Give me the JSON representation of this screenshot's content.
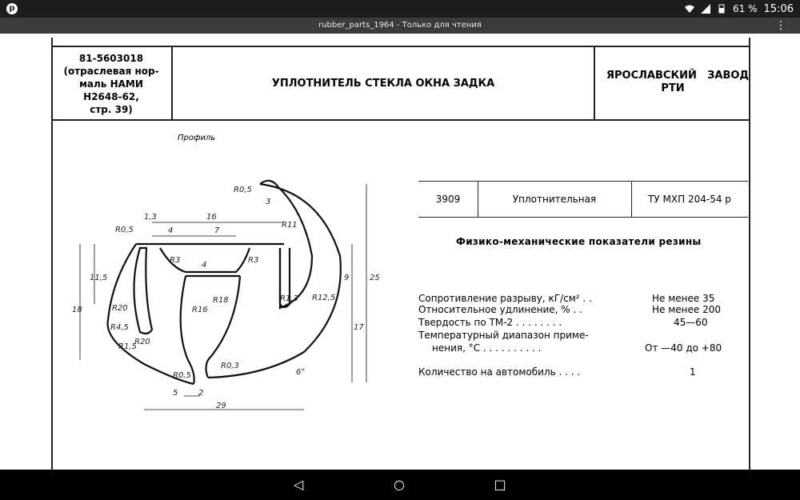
{
  "statusbar": {
    "app_icon": "pinterest-icon",
    "battery": "61 %",
    "time": "15:06"
  },
  "titlebar": {
    "title": "rubber_parts_1964 - Только для чтения",
    "menu": "⋮"
  },
  "header": {
    "code_lines": [
      "81-5603018",
      "(отраслевая нор-",
      "маль НАМИ",
      "Н2648-62,",
      "стр. 39)"
    ],
    "title": "УПЛОТНИТЕЛЬ СТЕКЛА ОКНА ЗАДКА",
    "maker_left": "ЯРОСЛАВСКИЙ",
    "maker_right": "ЗАВОД",
    "maker_sub": "РТИ"
  },
  "drawing": {
    "profile_label": "Профиль",
    "dims": {
      "r05_top": "R0,5",
      "d3": "3",
      "d13": "1,3",
      "d16": "16",
      "r05_left": "R0,5",
      "d4": "4",
      "d7": "7",
      "r11": "R11",
      "r3a": "R3",
      "r3b": "R3",
      "d4b": "4",
      "d115": "11,5",
      "d18": "18",
      "r20": "R20",
      "r16": "R16",
      "r18": "R18",
      "r45": "R4,5",
      "r15": "R1,5",
      "r20b": "R20",
      "r13": "R1,3",
      "r125": "R12,5",
      "d9": "9",
      "d25": "25",
      "d17": "17",
      "r05b": "R0,5",
      "r03": "R0,3",
      "d6": "6°",
      "d5": "5",
      "d2": "2",
      "d29": "29"
    }
  },
  "spec": {
    "num": "3909",
    "type": "Уплотнительная",
    "tu": "ТУ МХП 204-54 р"
  },
  "props": {
    "title": "Физико-механические показатели резины",
    "items": [
      {
        "label": "Сопротивление разрыву, кГ/см² . .",
        "value": "Не менее 35"
      },
      {
        "label": "Относительное удлинение, % . .",
        "value": "Не менее 200"
      },
      {
        "label": "Твердость по ТМ-2 . . . . . . . .",
        "value": "45—60"
      },
      {
        "label": "Температурный диапазон приме-",
        "value": ""
      },
      {
        "label": "нения, °С . . . . . . . . . .",
        "value": "От —40 до +80"
      },
      {
        "label": "Количество на автомобиль . . . .",
        "value": "1"
      }
    ]
  },
  "navbar": {
    "back": "◁",
    "home": "○",
    "recent": "□"
  }
}
